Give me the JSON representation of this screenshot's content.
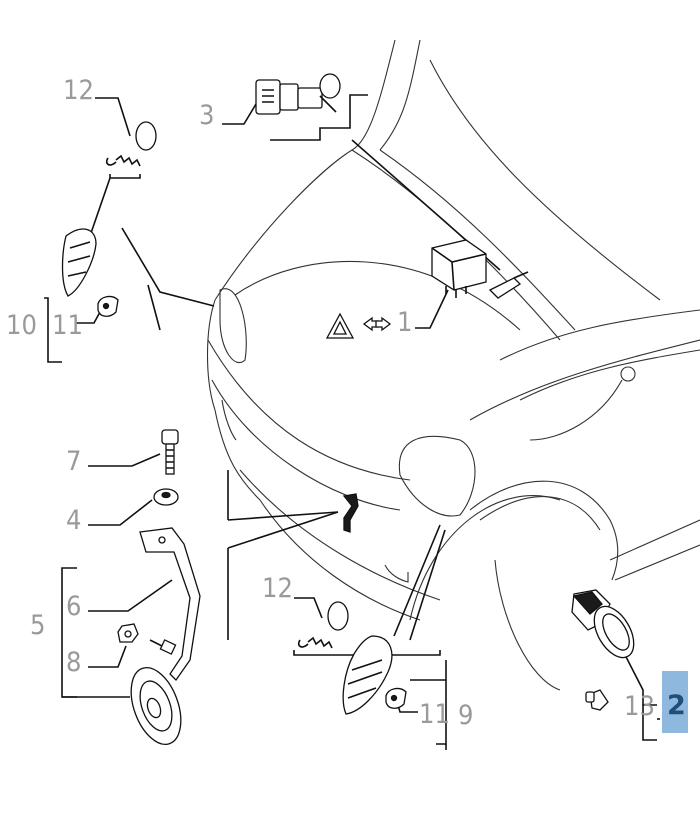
{
  "diagram": {
    "highlight_color": "#8fb8de",
    "callout_color": "#9a9a9a",
    "callouts": [
      {
        "id": "c12a",
        "label": "12"
      },
      {
        "id": "c3",
        "label": "3"
      },
      {
        "id": "c10",
        "label": "10"
      },
      {
        "id": "c11a",
        "label": "11"
      },
      {
        "id": "c1",
        "label": "1"
      },
      {
        "id": "c7",
        "label": "7"
      },
      {
        "id": "c4",
        "label": "4"
      },
      {
        "id": "c5",
        "label": "5"
      },
      {
        "id": "c6",
        "label": "6"
      },
      {
        "id": "c8",
        "label": "8"
      },
      {
        "id": "c12b",
        "label": "12"
      },
      {
        "id": "c11b",
        "label": "11"
      },
      {
        "id": "c9",
        "label": "9"
      },
      {
        "id": "c13",
        "label": "13"
      },
      {
        "id": "c2",
        "label": "2"
      }
    ],
    "parts": [
      {
        "id": "p1",
        "icon": "relay-icon"
      },
      {
        "id": "p3",
        "icon": "ignition-switch-icon"
      },
      {
        "id": "p4",
        "icon": "washer-icon"
      },
      {
        "id": "p6",
        "icon": "horn-bracket-icon"
      },
      {
        "id": "p7",
        "icon": "bolt-icon"
      },
      {
        "id": "p8",
        "icon": "nut-icon"
      },
      {
        "id": "p9",
        "icon": "side-indicator-icon"
      },
      {
        "id": "p10",
        "icon": "side-indicator-icon"
      },
      {
        "id": "p11",
        "icon": "bulb-holder-icon"
      },
      {
        "id": "p12",
        "icon": "spring-icon"
      },
      {
        "id": "p13",
        "icon": "bulb-icon"
      },
      {
        "id": "p2",
        "icon": "fog-lamp-icon"
      },
      {
        "id": "p5",
        "icon": "horn-icon"
      },
      {
        "id": "hazard",
        "icon": "hazard-warning-icon"
      },
      {
        "id": "turn",
        "icon": "turn-arrows-icon"
      }
    ]
  }
}
